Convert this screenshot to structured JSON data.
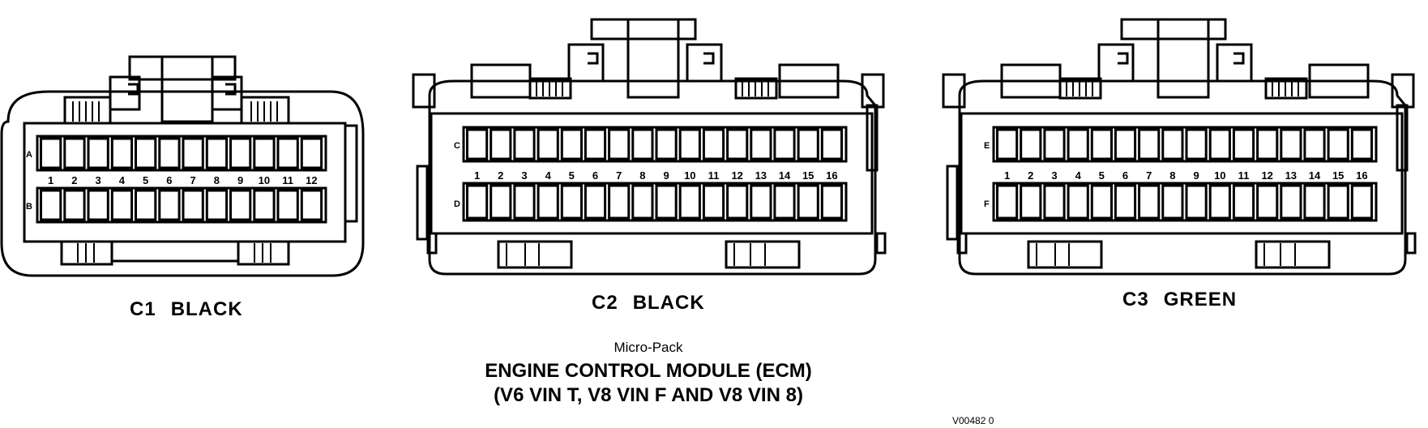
{
  "connectors": [
    {
      "id": "c1",
      "name": "C1",
      "color": "BLACK",
      "rows": [
        "A",
        "B"
      ],
      "pins": [
        "1",
        "2",
        "3",
        "4",
        "5",
        "6",
        "7",
        "8",
        "9",
        "10",
        "11",
        "12"
      ]
    },
    {
      "id": "c2",
      "name": "C2",
      "color": "BLACK",
      "rows": [
        "C",
        "D"
      ],
      "pins": [
        "1",
        "2",
        "3",
        "4",
        "5",
        "6",
        "7",
        "8",
        "9",
        "10",
        "11",
        "12",
        "13",
        "14",
        "15",
        "16"
      ]
    },
    {
      "id": "c3",
      "name": "C3",
      "color": "GREEN",
      "rows": [
        "E",
        "F"
      ],
      "pins": [
        "1",
        "2",
        "3",
        "4",
        "5",
        "6",
        "7",
        "8",
        "9",
        "10",
        "11",
        "12",
        "13",
        "14",
        "15",
        "16"
      ]
    }
  ],
  "caption": {
    "subtitle": "Micro-Pack",
    "title_line1": "ENGINE CONTROL MODULE (ECM)",
    "title_line2": "(V6 VIN T, V8 VIN F AND V8 VIN 8)"
  },
  "figure_code": "V00482 0"
}
